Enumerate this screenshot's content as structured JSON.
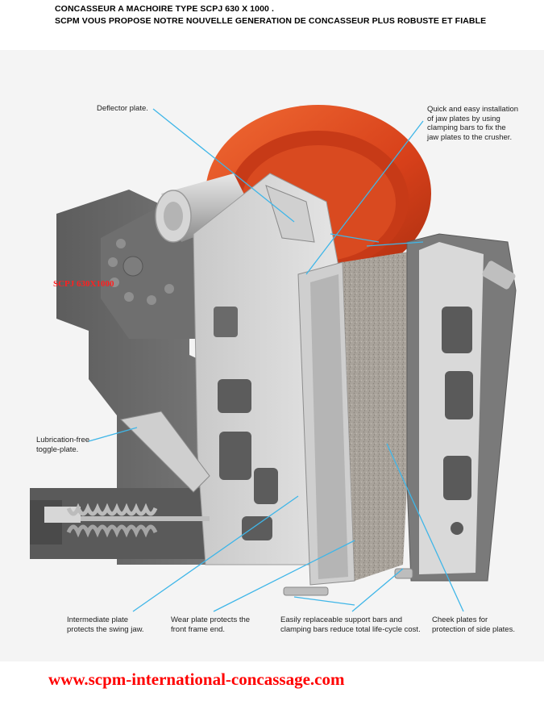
{
  "header": {
    "line1": "CONCASSEUR A MACHOIRE TYPE SCPJ   630 X 1000 .",
    "line2": "SCPM VOUS PROPOSE NOTRE NOUVELLE GENERATION DE CONCASSEUR PLUS ROBUSTE ET FIABLE"
  },
  "model_label": "SCPJ 630X1000",
  "callouts": {
    "deflector": [
      "Deflector plate."
    ],
    "quick_install": [
      "Quick and easy installation",
      "of jaw plates by using",
      "clamping bars to fix the",
      "jaw plates to the crusher."
    ],
    "toggle": [
      "Lubrication-free",
      "toggle-plate."
    ],
    "intermediate": [
      "Intermediate plate",
      "protects the swing jaw."
    ],
    "wear": [
      "Wear plate protects the",
      "front frame end."
    ],
    "support": [
      "Easily replaceable support bars and",
      "clamping bars reduce total life-cycle cost."
    ],
    "cheek": [
      "Cheek plates for",
      "protection of side plates."
    ]
  },
  "footer": {
    "url": "www.scpm-international-concassage.com"
  },
  "colors": {
    "flywheel": "#e2471c",
    "leader_line": "#3fb6e8",
    "url": "#ff0000",
    "frame": "#6b6b6b"
  }
}
